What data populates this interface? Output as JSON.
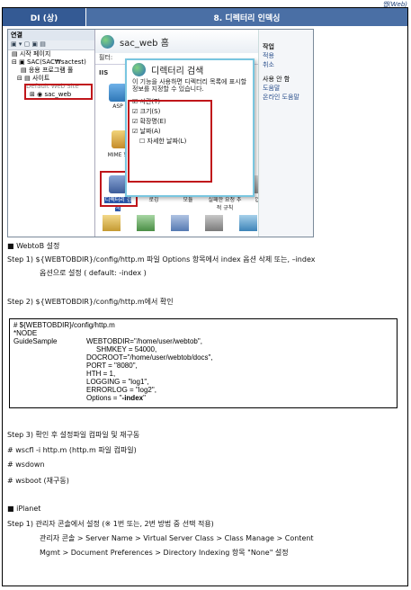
{
  "corner_tag": "웹(Web)",
  "header": {
    "grade": "DI (상)",
    "title": "8. 디렉터리 인덱싱"
  },
  "screenshot": {
    "tree_title": "연결",
    "tree_nodes": [
      "시작 페이지",
      "SAC(SAC₩sactest)",
      "응용 프로그램 풀",
      "사이트",
      "Default Web Site",
      "sac_web"
    ],
    "site_title": "sac_web 홈",
    "filter_label": "필터:",
    "iis_label": "IIS",
    "asp_label": "ASP",
    "mime_label": "MIME 형식",
    "icons": [
      "디렉터리 검색",
      "로깅",
      "모듈",
      "실패한 요청 추적 규칙",
      "압축"
    ],
    "dialog_title": "디렉터리 검색",
    "dialog_desc": "이 기능을 사용하면 디렉터리 목록에 표시할 정보를 지정할 수 있습니다.",
    "checks": [
      "시간(T)",
      "크기(S)",
      "확장명(E)",
      "날짜(A)",
      "자세한 날짜(L)"
    ],
    "actions": [
      "작업",
      "적용",
      "취소",
      "사용 안 함",
      "도움말",
      "온라인 도움말"
    ]
  },
  "sections": {
    "webtob_title": "■  WebtoB 설정",
    "step1": "Step 1) ${WEBTOBDIR}/config/http.m 파일 Options 항목에서 index 옵션 삭제 또는, –index",
    "step1_cont": "옵션으로 설정 ( default: -index )",
    "step2": "Step 2) ${WEBTOBDIR}/config/http.m에서 확인",
    "code_left": [
      "# ${WEBTOBDIR}/config/http.m",
      "*NODE",
      "GuideSample"
    ],
    "code_right": [
      "WEBTOBDIR=\"/home/user/webtob\",",
      "SHMKEY = 54000,",
      "DOCROOT=\"/home/user/webtob/docs\",",
      "PORT = \"8080\",",
      "HTH = 1,",
      "LOGGING = \"log1\",",
      "ERRORLOG = \"log2\",",
      "Options = \""
    ],
    "code_bold": "-index",
    "code_end": "\"",
    "step3": "Step 3) 확인 후 설정파일 컴파일 및 재구동",
    "cmd1": "# wscfl -i http.m (http.m 파일 컴파일)",
    "cmd2": "# wsdown",
    "cmd3": "# wsboot (재구동)",
    "iplanet_title": "■ iPlanet",
    "ip_step1": "Step 1) 관리자 콘솔에서 설정 (※ 1번 또는, 2번 방법 중 선택 적용)",
    "ip_line1": "관리자 콘솔 > Server Name > Virtual Server Class > Class Manage > Content",
    "ip_line2": "Mgmt > Document Preferences > Directory Indexing 항목 \"None\" 설정"
  }
}
